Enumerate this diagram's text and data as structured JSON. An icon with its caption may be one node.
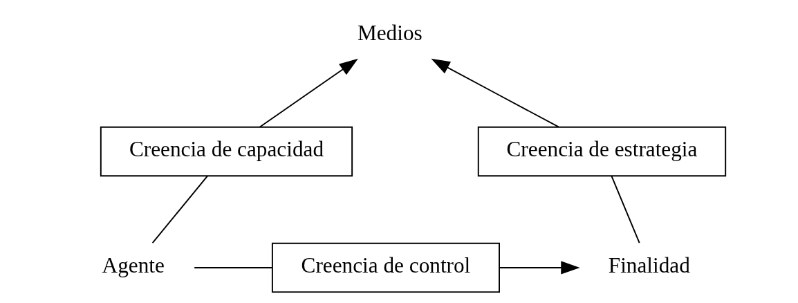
{
  "diagram": {
    "nodes": [
      {
        "text": [
          "Medios"
        ]
      },
      {
        "text": [
          "Creencia de capacidad"
        ]
      },
      {
        "text": [
          "Creencia de estrategia"
        ]
      },
      {
        "text": [
          "Agente"
        ]
      },
      {
        "text": [
          "Creencia de control"
        ]
      },
      {
        "text": [
          "Finalidad"
        ]
      }
    ],
    "edges": [
      {
        "from": 3,
        "to": 1,
        "arrow": "none"
      },
      {
        "from": 1,
        "to": 0,
        "arrow": "to"
      },
      {
        "from": 5,
        "to": 2,
        "arrow": "none"
      },
      {
        "from": 2,
        "to": 0,
        "arrow": "to"
      },
      {
        "from": 3,
        "to": 4,
        "arrow": "none"
      },
      {
        "from": 4,
        "to": 5,
        "arrow": "to"
      }
    ]
  }
}
